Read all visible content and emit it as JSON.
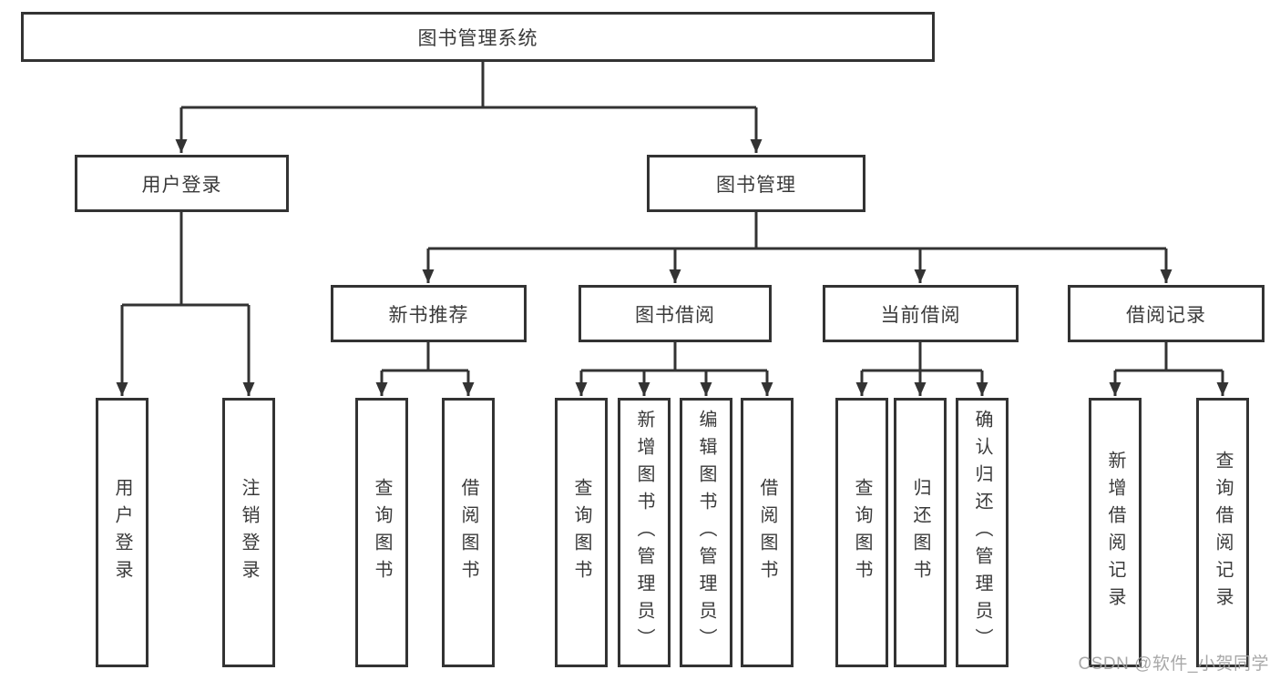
{
  "title": "图书管理系统",
  "colors": {
    "line": "#333333",
    "text": "#3a3a3a",
    "watermark": "#9f9f9f",
    "background": "#ffffff"
  },
  "watermark": "CSDN @软件_小贺同学",
  "tree": {
    "root": {
      "label": "图书管理系统"
    },
    "children": [
      {
        "label": "用户登录",
        "children": [
          {
            "label": "用户登录"
          },
          {
            "label": "注销登录"
          }
        ]
      },
      {
        "label": "图书管理",
        "children": [
          {
            "label": "新书推荐",
            "children": [
              {
                "label": "查询图书"
              },
              {
                "label": "借阅图书"
              }
            ]
          },
          {
            "label": "图书借阅",
            "children": [
              {
                "label": "查询图书"
              },
              {
                "label": "新增图书（管理员）"
              },
              {
                "label": "编辑图书（管理员）"
              },
              {
                "label": "借阅图书"
              }
            ]
          },
          {
            "label": "当前借阅",
            "children": [
              {
                "label": "查询图书"
              },
              {
                "label": "归还图书"
              },
              {
                "label": "确认归还（管理员）"
              }
            ]
          },
          {
            "label": "借阅记录",
            "children": [
              {
                "label": "新增借阅记录"
              },
              {
                "label": "查询借阅记录"
              }
            ]
          }
        ]
      }
    ]
  }
}
